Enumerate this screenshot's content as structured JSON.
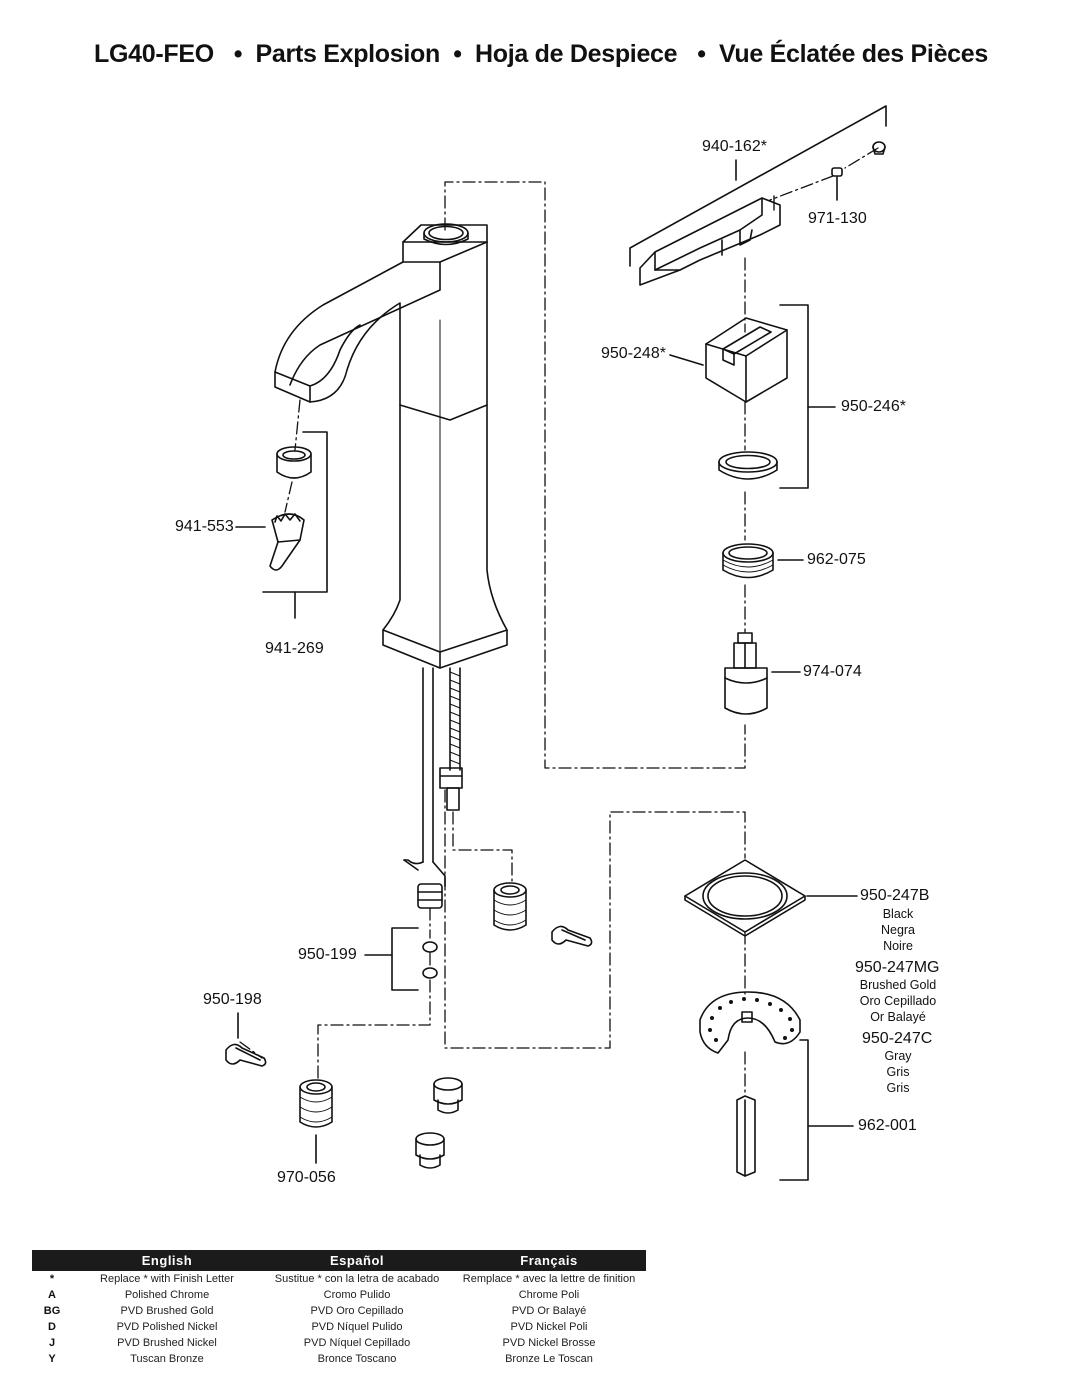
{
  "title": {
    "model": "LG40-FEO",
    "sep": "•",
    "en": "Parts Explosion",
    "es": "Hoja de Despiece",
    "fr": "Vue Éclatée des Pièces"
  },
  "parts": {
    "p940_162": "940-162*",
    "p971_130": "971-130",
    "p950_248": "950-248*",
    "p950_246": "950-246*",
    "p962_075": "962-075",
    "p974_074": "974-074",
    "p941_553": "941-553",
    "p941_269": "941-269",
    "p950_199": "950-199",
    "p950_198": "950-198",
    "p970_056": "970-056",
    "p950_247B": "950-247B",
    "p950_247MG": "950-247MG",
    "p950_247C": "950-247C",
    "p962_001": "962-001"
  },
  "colors": {
    "black": [
      "Black",
      "Negra",
      "Noire"
    ],
    "brushed_gold": [
      "Brushed Gold",
      "Oro Cepillado",
      "Or Balayé"
    ],
    "gray": [
      "Gray",
      "Gris",
      "Gris"
    ]
  },
  "finish_table": {
    "headers": [
      "English",
      "Español",
      "Français"
    ],
    "rows": [
      {
        "code": "*",
        "en": "Replace * with Finish Letter",
        "es": "Sustitue * con la letra de acabado",
        "fr": "Remplace * avec la lettre de finition"
      },
      {
        "code": "A",
        "en": "Polished Chrome",
        "es": "Cromo Pulido",
        "fr": "Chrome Poli"
      },
      {
        "code": "BG",
        "en": "PVD Brushed Gold",
        "es": "PVD Oro Cepillado",
        "fr": "PVD Or Balayé"
      },
      {
        "code": "D",
        "en": "PVD Polished Nickel",
        "es": "PVD Níquel Pulido",
        "fr": "PVD Nickel Poli"
      },
      {
        "code": "J",
        "en": "PVD Brushed Nickel",
        "es": "PVD Níquel Cepillado",
        "fr": "PVD Nickel Brosse"
      },
      {
        "code": "Y",
        "en": "Tuscan Bronze",
        "es": "Bronce Toscano",
        "fr": "Bronze Le Toscan"
      }
    ]
  }
}
